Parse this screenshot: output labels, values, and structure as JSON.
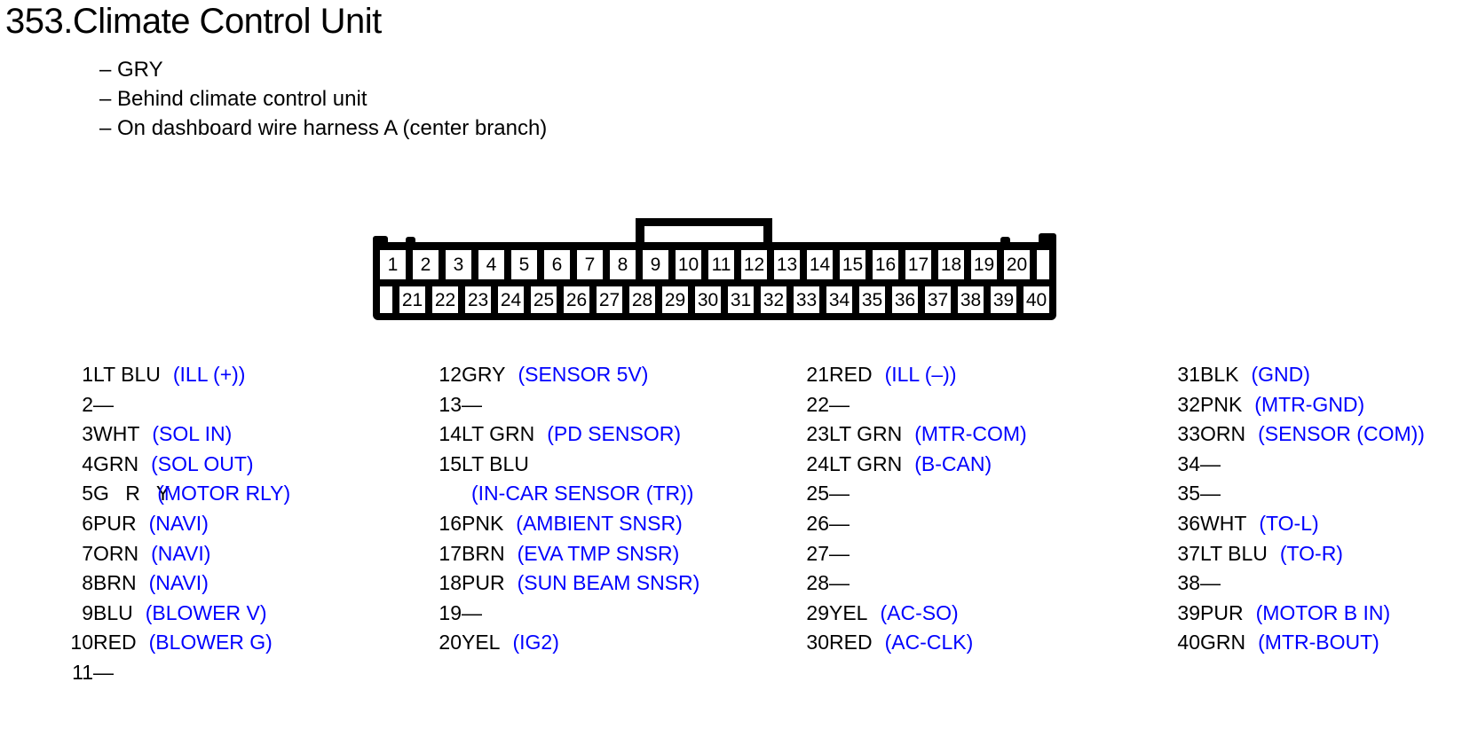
{
  "title": "353.Climate Control Unit",
  "notes": [
    "– GRY",
    "– Behind climate control unit",
    "– On dashboard wire harness A (center branch)"
  ],
  "colors": {
    "function_label_blue": "#0000FF",
    "text_black": "#000000"
  },
  "connector": {
    "top_row": [
      "1",
      "2",
      "3",
      "4",
      "5",
      "6",
      "7",
      "8",
      "9",
      "10",
      "11",
      "12",
      "13",
      "14",
      "15",
      "16",
      "17",
      "18",
      "19",
      "20"
    ],
    "bottom_row": [
      "21",
      "22",
      "23",
      "24",
      "25",
      "26",
      "27",
      "28",
      "29",
      "30",
      "31",
      "32",
      "33",
      "34",
      "35",
      "36",
      "37",
      "38",
      "39",
      "40"
    ]
  },
  "pin_columns": [
    {
      "pins": [
        {
          "num": "1",
          "color": "LT BLU",
          "func": "(ILL (+))"
        },
        {
          "num": "2",
          "color": "—",
          "func": ""
        },
        {
          "num": "3",
          "color": "WHT",
          "func": "(SOL IN)"
        },
        {
          "num": "4",
          "color": "GRN",
          "func": "(SOL OUT)"
        },
        {
          "num": "5",
          "color": "G R Y",
          "func": "(MOTOR RLY)",
          "overlap": true
        },
        {
          "num": "6",
          "color": "PUR",
          "func": "(NAVI)"
        },
        {
          "num": "7",
          "color": "ORN",
          "func": "(NAVI)"
        },
        {
          "num": "8",
          "color": "BRN",
          "func": "(NAVI)"
        },
        {
          "num": "9",
          "color": "BLU",
          "func": "(BLOWER V)"
        },
        {
          "num": "10",
          "color": "RED",
          "func": "(BLOWER G)"
        },
        {
          "num": "11",
          "color": "—",
          "func": ""
        }
      ]
    },
    {
      "pins": [
        {
          "num": "12",
          "color": "GRY",
          "func": "(SENSOR 5V)"
        },
        {
          "num": "13",
          "color": "—",
          "func": ""
        },
        {
          "num": "14",
          "color": "LT GRN",
          "func": "(PD SENSOR)"
        },
        {
          "num": "15",
          "color": "LT BLU",
          "func": "(IN-CAR SENSOR (TR))",
          "func_newline": true
        },
        {
          "num": "16",
          "color": "PNK",
          "func": "(AMBIENT SNSR)"
        },
        {
          "num": "17",
          "color": "BRN",
          "func": "(EVA TMP SNSR)"
        },
        {
          "num": "18",
          "color": "PUR",
          "func": "(SUN BEAM SNSR)"
        },
        {
          "num": "19",
          "color": "—",
          "func": ""
        },
        {
          "num": "20",
          "color": "YEL",
          "func": "(IG2)"
        }
      ]
    },
    {
      "pins": [
        {
          "num": "21",
          "color": "RED",
          "func": "(ILL (–))"
        },
        {
          "num": "22",
          "color": "—",
          "func": ""
        },
        {
          "num": "23",
          "color": "LT GRN",
          "func": "(MTR-COM)"
        },
        {
          "num": "24",
          "color": "LT GRN",
          "func": "(B-CAN)"
        },
        {
          "num": "25",
          "color": "—",
          "func": ""
        },
        {
          "num": "26",
          "color": "—",
          "func": ""
        },
        {
          "num": "27",
          "color": "—",
          "func": ""
        },
        {
          "num": "28",
          "color": "—",
          "func": ""
        },
        {
          "num": "29",
          "color": "YEL",
          "func": "(AC-SO)"
        },
        {
          "num": "30",
          "color": "RED",
          "func": "(AC-CLK)"
        }
      ]
    },
    {
      "pins": [
        {
          "num": "31",
          "color": "BLK",
          "func": "(GND)"
        },
        {
          "num": "32",
          "color": "PNK",
          "func": "(MTR-GND)"
        },
        {
          "num": "33",
          "color": "ORN",
          "func": "(SENSOR (COM))"
        },
        {
          "num": "34",
          "color": "—",
          "func": ""
        },
        {
          "num": "35",
          "color": "—",
          "func": ""
        },
        {
          "num": "36",
          "color": "WHT",
          "func": "(TO-L)"
        },
        {
          "num": "37",
          "color": "LT BLU",
          "func": "(TO-R)"
        },
        {
          "num": "38",
          "color": "—",
          "func": ""
        },
        {
          "num": "39",
          "color": "PUR",
          "func": "(MOTOR B IN)"
        },
        {
          "num": "40",
          "color": "GRN",
          "func": "(MTR-BOUT)"
        }
      ]
    }
  ]
}
